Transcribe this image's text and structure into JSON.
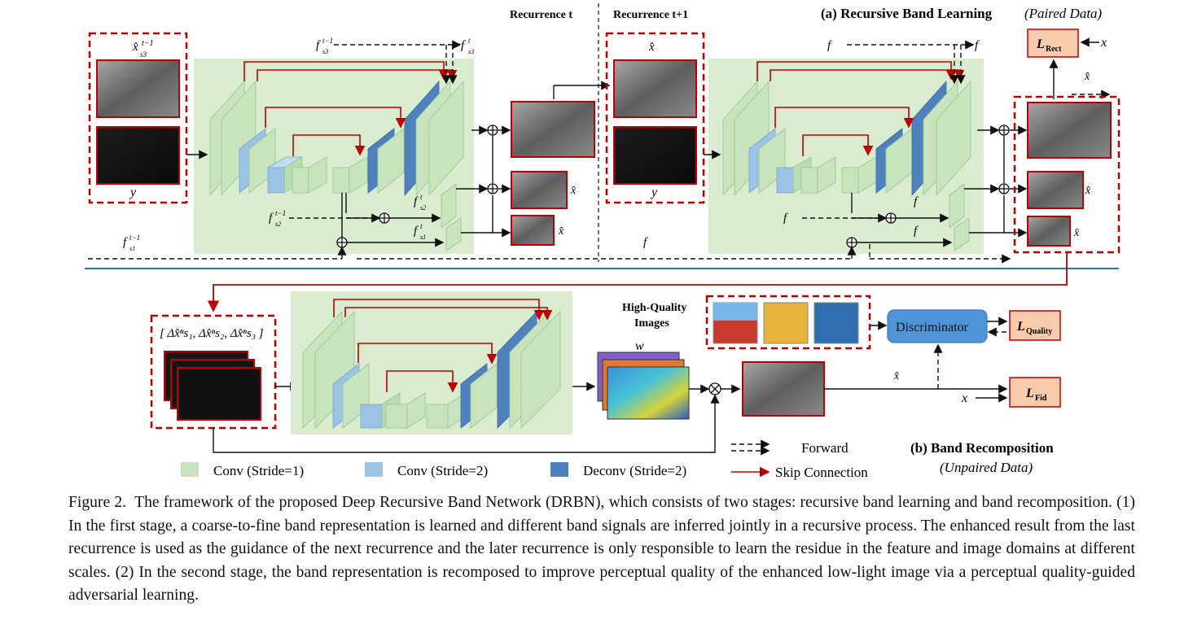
{
  "figure": {
    "recurrence_t": "Recurrence t",
    "recurrence_t1": "Recurrence t+1",
    "title_a": "(a) Recursive Band Learning",
    "title_a_paired": "(Paired Data)",
    "title_b": "(b) Band Recomposition",
    "title_b_unpaired": "(Unpaired Data)",
    "label_y": "y",
    "label_x": "x",
    "label_w": "w",
    "loss_rect": "L",
    "loss_rect_sub": "Rect",
    "loss_quality": "L",
    "loss_quality_sub": "Quality",
    "loss_fid": "L",
    "loss_fid_sub": "Fid",
    "discriminator": "Discriminator",
    "hq_images_line1": "High-Quality",
    "hq_images_line2": "Images",
    "band_input": "[ Δx̂ⁿs₁, Δx̂ⁿs₂, Δx̂ⁿs₃ ]",
    "features": {
      "f_s3_prev": "f",
      "f_s3_t": "f",
      "f_s2_prev": "f",
      "f_s2_t": "f",
      "f_s1_prev": "f",
      "f_s1_t": "f"
    },
    "outputs": {
      "x_hat": "x̂",
      "x_hat_F": "x̂"
    }
  },
  "legend": {
    "conv1": "Conv (Stride=1)",
    "conv2": "Conv (Stride=2)",
    "deconv": "Deconv (Stride=2)",
    "forward": "Forward",
    "skip": "Skip Connection"
  },
  "caption": {
    "label": "Figure 2.",
    "text": "The framework of the proposed Deep Recursive Band Network (DRBN), which consists of two stages: recursive band learning and band recomposition. (1) In the first stage, a coarse-to-fine band representation is learned and different band signals are inferred jointly in a recursive process. The enhanced result from the last recurrence is used as the guidance of the next recurrence and the later recurrence is only responsible to learn the residue in the feature and image domains at different scales. (2) In the second stage, the band representation is recomposed to improve perceptual quality of the enhanced low-light image via a perceptual quality-guided adversarial learning."
  },
  "colors": {
    "conv1": "#c7e4bf",
    "conv2": "#9cc3e6",
    "deconv": "#4f81bd",
    "panel": "#d9eccf",
    "red": "#c00000",
    "blue_line": "#2e75b6",
    "discriminator": "#4f94d6",
    "loss_box": "#f8cbad"
  }
}
